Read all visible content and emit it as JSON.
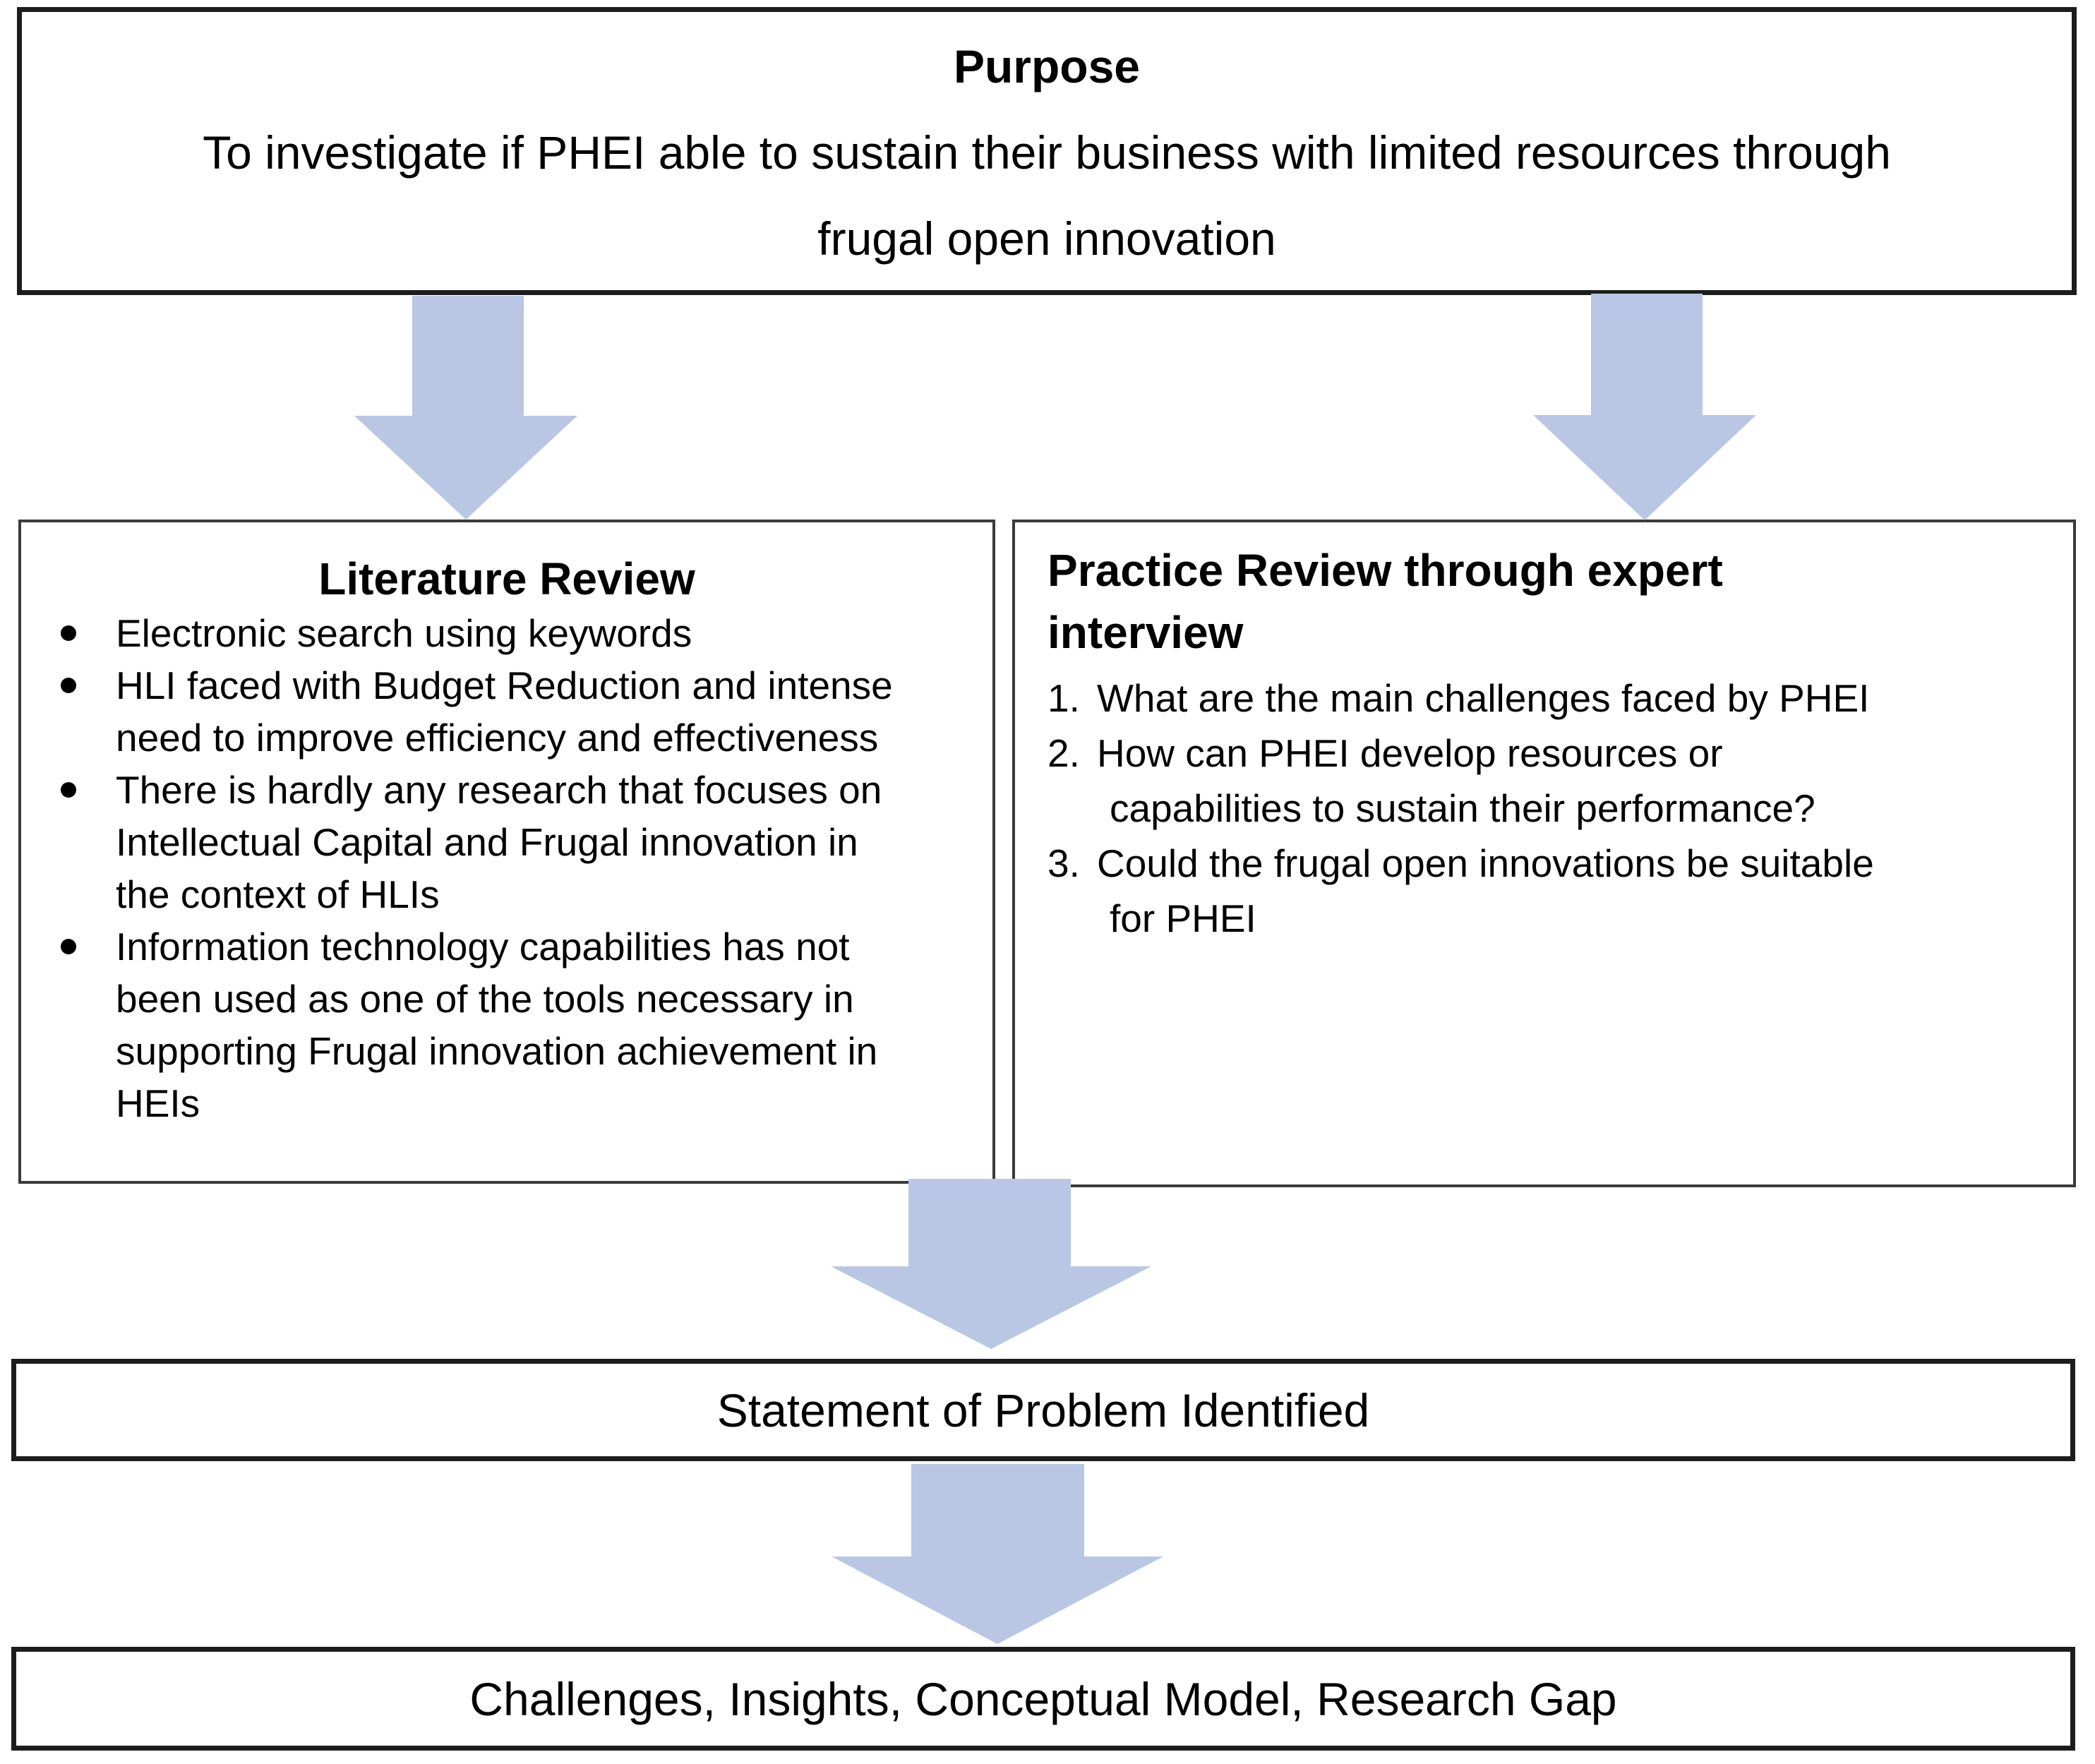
{
  "colors": {
    "arrow_fill": "#b9c7e4",
    "heavy_border": "#1d1d1d",
    "light_border": "#3a3a3a",
    "text": "#000000",
    "background": "#ffffff"
  },
  "purpose_box": {
    "title": "Purpose",
    "lines": [
      "To investigate if PHEI able to sustain their business with limited resources through",
      "frugal open innovation"
    ]
  },
  "literature_box": {
    "title": "Literature Review",
    "bullets": [
      {
        "lines": [
          "Electronic search using keywords"
        ]
      },
      {
        "lines": [
          "HLI faced with Budget Reduction and intense",
          "need to improve efficiency and effectiveness"
        ]
      },
      {
        "lines": [
          "There is hardly any research that focuses on",
          "Intellectual Capital and Frugal innovation in",
          "the context of HLIs"
        ]
      },
      {
        "lines": [
          "Information technology capabilities has not",
          "been used as one of the tools necessary in",
          "supporting Frugal innovation achievement in",
          "HEIs"
        ]
      }
    ]
  },
  "practice_box": {
    "title_lines": [
      "Practice Review through expert",
      "interview"
    ],
    "items": [
      {
        "number": "1.",
        "lines": [
          "What are the main challenges faced by PHEI"
        ]
      },
      {
        "number": "2.",
        "lines": [
          "How can PHEI develop resources or",
          "capabilities to sustain their performance?"
        ]
      },
      {
        "number": "3.",
        "lines": [
          "Could the frugal open innovations be suitable",
          "for PHEI"
        ]
      }
    ]
  },
  "statement_box": {
    "text": "Statement of Problem Identified"
  },
  "outcome_box": {
    "text": "Challenges, Insights, Conceptual Model, Research Gap"
  }
}
